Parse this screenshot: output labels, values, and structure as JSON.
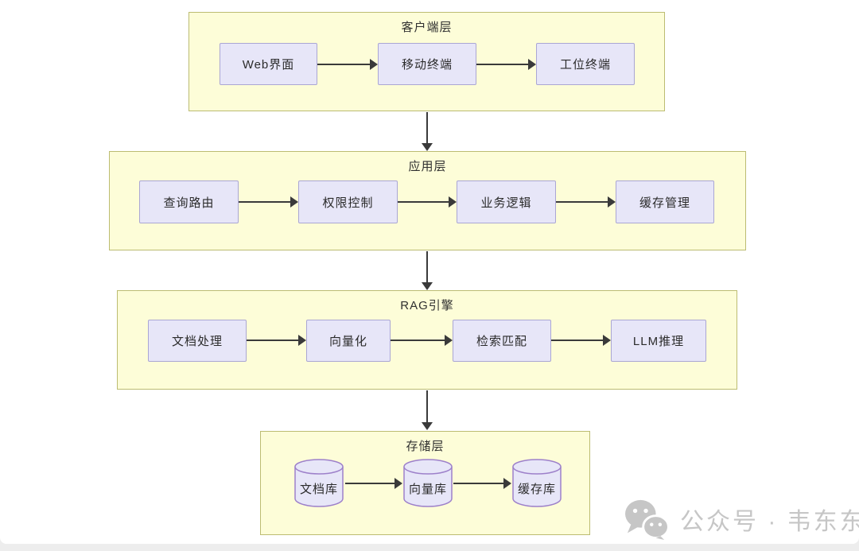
{
  "colors": {
    "layer_fill": "#fdfdd8",
    "layer_border": "#bcbc72",
    "node_fill": "#e7e6f8",
    "node_border": "#aaa6d4",
    "cylinder_border": "#9d80ca",
    "arrow": "#3a3a3a",
    "watermark": "#c6c6c6"
  },
  "diagram": {
    "layers": [
      {
        "title": "客户端层",
        "nodes": [
          {
            "label": "Web界面"
          },
          {
            "label": "移动终端"
          },
          {
            "label": "工位终端"
          }
        ]
      },
      {
        "title": "应用层",
        "nodes": [
          {
            "label": "查询路由"
          },
          {
            "label": "权限控制"
          },
          {
            "label": "业务逻辑"
          },
          {
            "label": "缓存管理"
          }
        ]
      },
      {
        "title": "RAG引擎",
        "nodes": [
          {
            "label": "文档处理"
          },
          {
            "label": "向量化"
          },
          {
            "label": "检索匹配"
          },
          {
            "label": "LLM推理"
          }
        ]
      },
      {
        "title": "存储层",
        "nodes": [
          {
            "label": "文档库"
          },
          {
            "label": "向量库"
          },
          {
            "label": "缓存库"
          }
        ]
      }
    ]
  },
  "watermark": {
    "icon": "wechat-icon",
    "text": "公众号 · 韦东东"
  }
}
